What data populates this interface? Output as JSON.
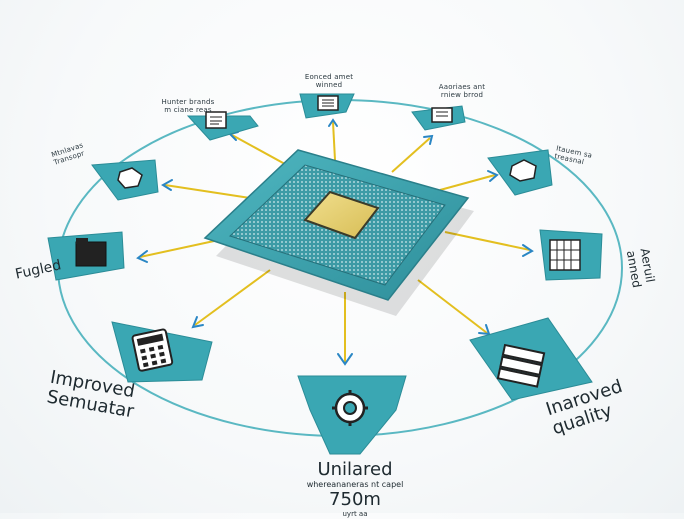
{
  "colors": {
    "ring": "#4fb3bd",
    "node_fill": "#3aa7b3",
    "arrow": "#e8c21a",
    "arrow_head": "#2a86c4",
    "chip_teal": "#3aa3ae",
    "chip_core": "#e5d27a"
  },
  "nodes": [
    {
      "icon": "document-icon",
      "label": "Hunter brands\nm ciane reas"
    },
    {
      "icon": "document-icon",
      "label": "Eonced amet\nwinned"
    },
    {
      "icon": "document-icon",
      "label": "Aaoriaes ant\nrniew brrod"
    },
    {
      "icon": "hexagon-network-icon",
      "label": "Mtnlavas\nTransopr"
    },
    {
      "icon": "hexagon-network-icon",
      "label": "Itauem sa\ntreasnal"
    },
    {
      "icon": "folder-icon",
      "label": "Fugled"
    },
    {
      "icon": "grid-icon",
      "label": "Aeruil\nanned"
    },
    {
      "icon": "calculator-icon",
      "label": "Improved\nSemuatar"
    },
    {
      "icon": "server-icon",
      "label": "Inaroved\nquality"
    },
    {
      "icon": "gear-icon",
      "label": "Unilared\nwhereananeras nt capel\n750m\nuyrt aa"
    }
  ]
}
